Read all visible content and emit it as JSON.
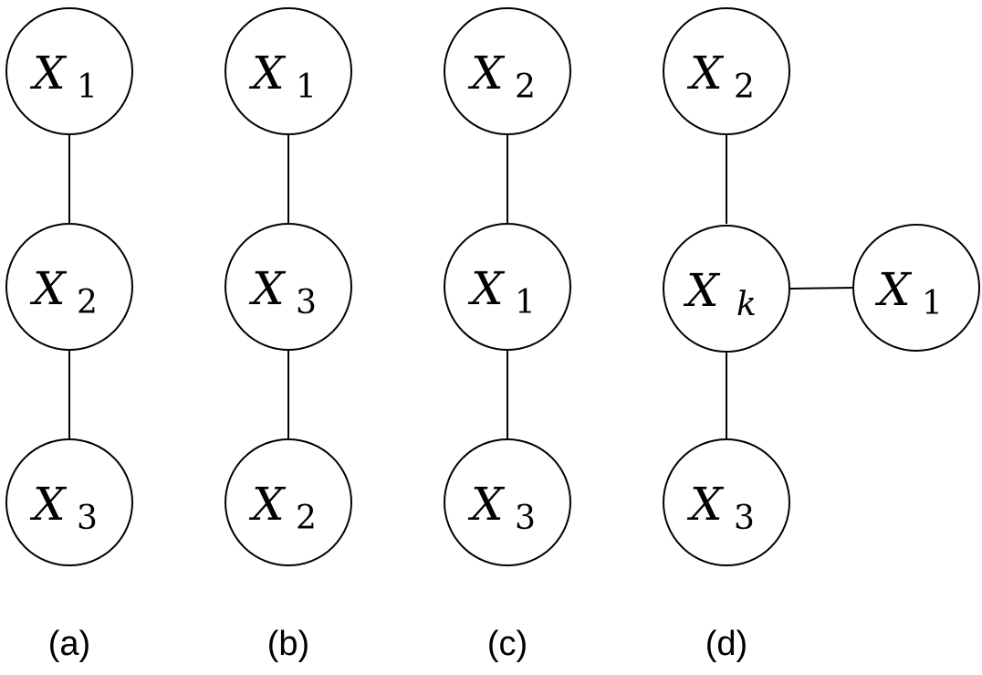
{
  "diagram": {
    "panels": [
      {
        "caption": "(a)",
        "nodes": [
          {
            "id": "a-top",
            "var": "X",
            "sub": "1"
          },
          {
            "id": "a-mid",
            "var": "X",
            "sub": "2"
          },
          {
            "id": "a-bot",
            "var": "X",
            "sub": "3"
          }
        ]
      },
      {
        "caption": "(b)",
        "nodes": [
          {
            "id": "b-top",
            "var": "X",
            "sub": "1"
          },
          {
            "id": "b-mid",
            "var": "X",
            "sub": "3"
          },
          {
            "id": "b-bot",
            "var": "X",
            "sub": "2"
          }
        ]
      },
      {
        "caption": "(c)",
        "nodes": [
          {
            "id": "c-top",
            "var": "X",
            "sub": "2"
          },
          {
            "id": "c-mid",
            "var": "X",
            "sub": "1"
          },
          {
            "id": "c-bot",
            "var": "X",
            "sub": "3"
          }
        ]
      },
      {
        "caption": "(d)",
        "nodes": [
          {
            "id": "d-top",
            "var": "X",
            "sub": "2"
          },
          {
            "id": "d-mid",
            "var": "X",
            "sub": "k"
          },
          {
            "id": "d-bot",
            "var": "X",
            "sub": "3"
          },
          {
            "id": "d-right",
            "var": "X",
            "sub": "1"
          }
        ]
      }
    ]
  }
}
